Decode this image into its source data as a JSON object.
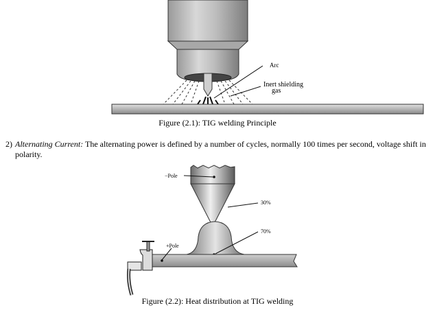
{
  "figure1": {
    "label_arc": "Arc",
    "label_gas_line1": "Inert shielding",
    "label_gas_line2": "gas",
    "caption": "Figure (2.1): TIG welding Principle"
  },
  "paragraph": {
    "number": "2)",
    "term": "Alternating Current:",
    "text_line1": " The alternating power is defined by a number of cycles, normally 100 times per second, voltage shift in",
    "text_line2": "polarity."
  },
  "figure2": {
    "label_neg_pole": "−Pole",
    "label_pos_pole": "+Pole",
    "label_30": "30%",
    "label_70": "70%",
    "caption": "Figure (2.2): Heat distribution at TIG welding"
  }
}
